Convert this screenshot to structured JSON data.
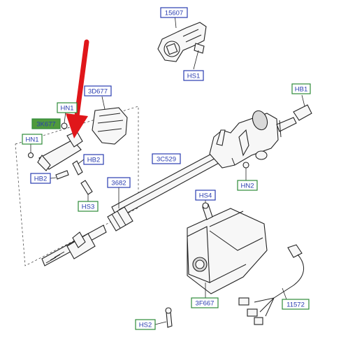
{
  "colors": {
    "label_border": "#2a3db0",
    "label_text": "#2a3db0",
    "label_bg": "#ffffff",
    "label_green_border": "#2e8b3a",
    "label_highlight_bg": "#4f9a3c",
    "arrow": "#e0161a"
  },
  "labels": {
    "part_15607": "15607",
    "hs1": "HS1",
    "hb1": "HB1",
    "part_3d677": "3D677",
    "hn1_top": "HN1",
    "part_3k677": "3K677",
    "hn1_left": "HN1",
    "hb2_right": "HB2",
    "hb2_left": "HB2",
    "part_3c529": "3C529",
    "part_3682": "3682",
    "hs3": "HS3",
    "hn2": "HN2",
    "hs4": "HS4",
    "part_3f667": "3F667",
    "part_11572": "11572",
    "hs2": "HS2"
  },
  "highlighted_part": "3K677",
  "icons": [
    "red-arrow-pointer-icon"
  ]
}
